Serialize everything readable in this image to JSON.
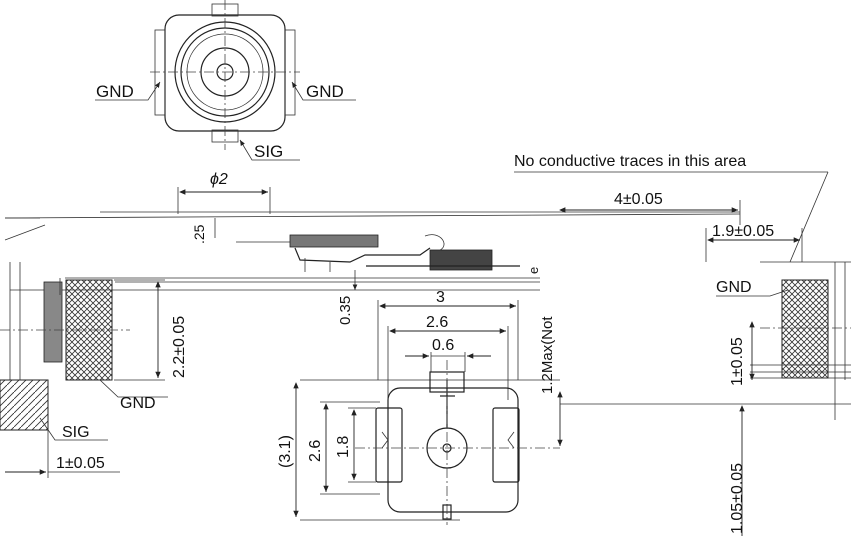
{
  "labels": {
    "gnd_left_top": "GND",
    "gnd_right_top": "GND",
    "sig_top": "SIG",
    "note_no_traces": "No conductive traces in this area",
    "phi2": "ϕ2",
    "dim_4": "4±0.05",
    "dim_1_9": "1.9±0.05",
    "dim_25": ".25",
    "dim_2_2": "2.2±0.05",
    "dim_0_35": "0.35",
    "dim_3": "3",
    "dim_2_6_h": "2.6",
    "dim_0_6": "0.6",
    "dim_1_2max": "1.2Max(Not",
    "dim_e": "e",
    "gnd_right_pad": "GND",
    "dim_1": "1±0.05",
    "gnd_left_pad": "GND",
    "sig_left": "SIG",
    "dim_1_left": "1±0.05",
    "dim_3_1": "(3.1)",
    "dim_2_6_v": "2.6",
    "dim_1_8": "1.8",
    "dim_1_05": "1.05±0.05"
  },
  "colors": {
    "line": "#222222",
    "background": "#ffffff",
    "hatch": "#333333"
  }
}
